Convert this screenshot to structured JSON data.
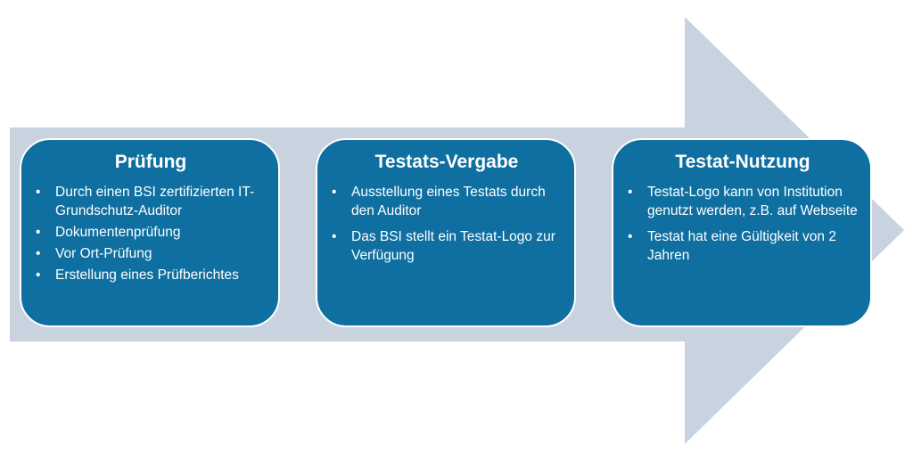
{
  "colors": {
    "arrow": "#c9d3df",
    "box": "#0e6fa0",
    "text": "#ffffff"
  },
  "bullet_glyph": "•",
  "stages": [
    {
      "title": "Prüfung",
      "items": [
        "Durch einen BSI zertifizierten IT-Grundschutz-Auditor",
        "Dokumentenprüfung",
        "Vor Ort-Prüfung",
        "Erstellung eines Prüfberichtes"
      ]
    },
    {
      "title": "Testats-Vergabe",
      "items": [
        "Ausstellung eines Testats durch den Auditor",
        "Das BSI stellt ein Testat-Logo zur Verfügung"
      ]
    },
    {
      "title": "Testat-Nutzung",
      "items": [
        "Testat-Logo kann von Institution genutzt werden, z.B. auf Webseite",
        "Testat hat eine Gültigkeit von 2 Jahren"
      ]
    }
  ]
}
